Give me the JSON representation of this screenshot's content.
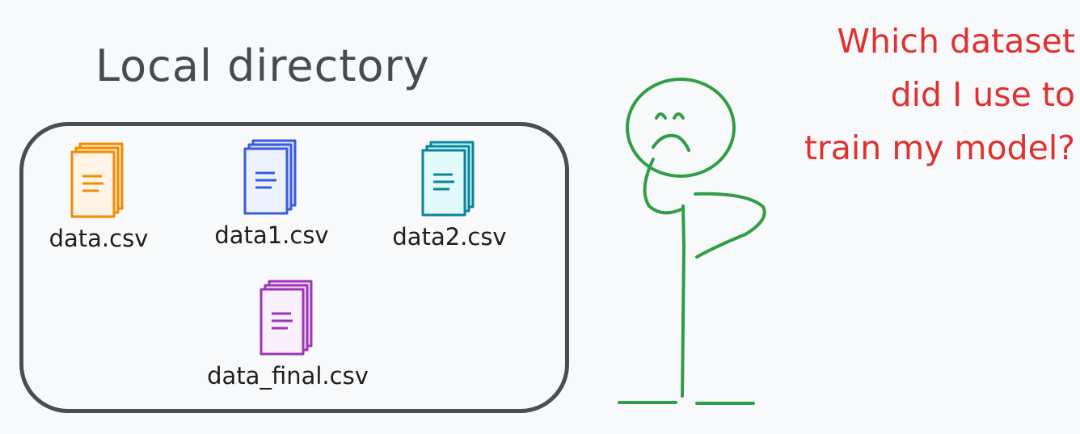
{
  "title": "Local directory",
  "files": [
    {
      "name": "data.csv",
      "color": "#f08c00"
    },
    {
      "name": "data1.csv",
      "color": "#3b5bdb"
    },
    {
      "name": "data2.csv",
      "color": "#0c8599"
    },
    {
      "name": "data_final.csv",
      "color": "#9c36b5"
    }
  ],
  "question": {
    "lines": [
      "Which dataset",
      "did I use to",
      "train my model?"
    ],
    "color": "#e03131"
  },
  "figure": {
    "color": "#2f9e44",
    "icon": "confused-stick-figure-icon"
  },
  "frame_color": "#4a4d52"
}
